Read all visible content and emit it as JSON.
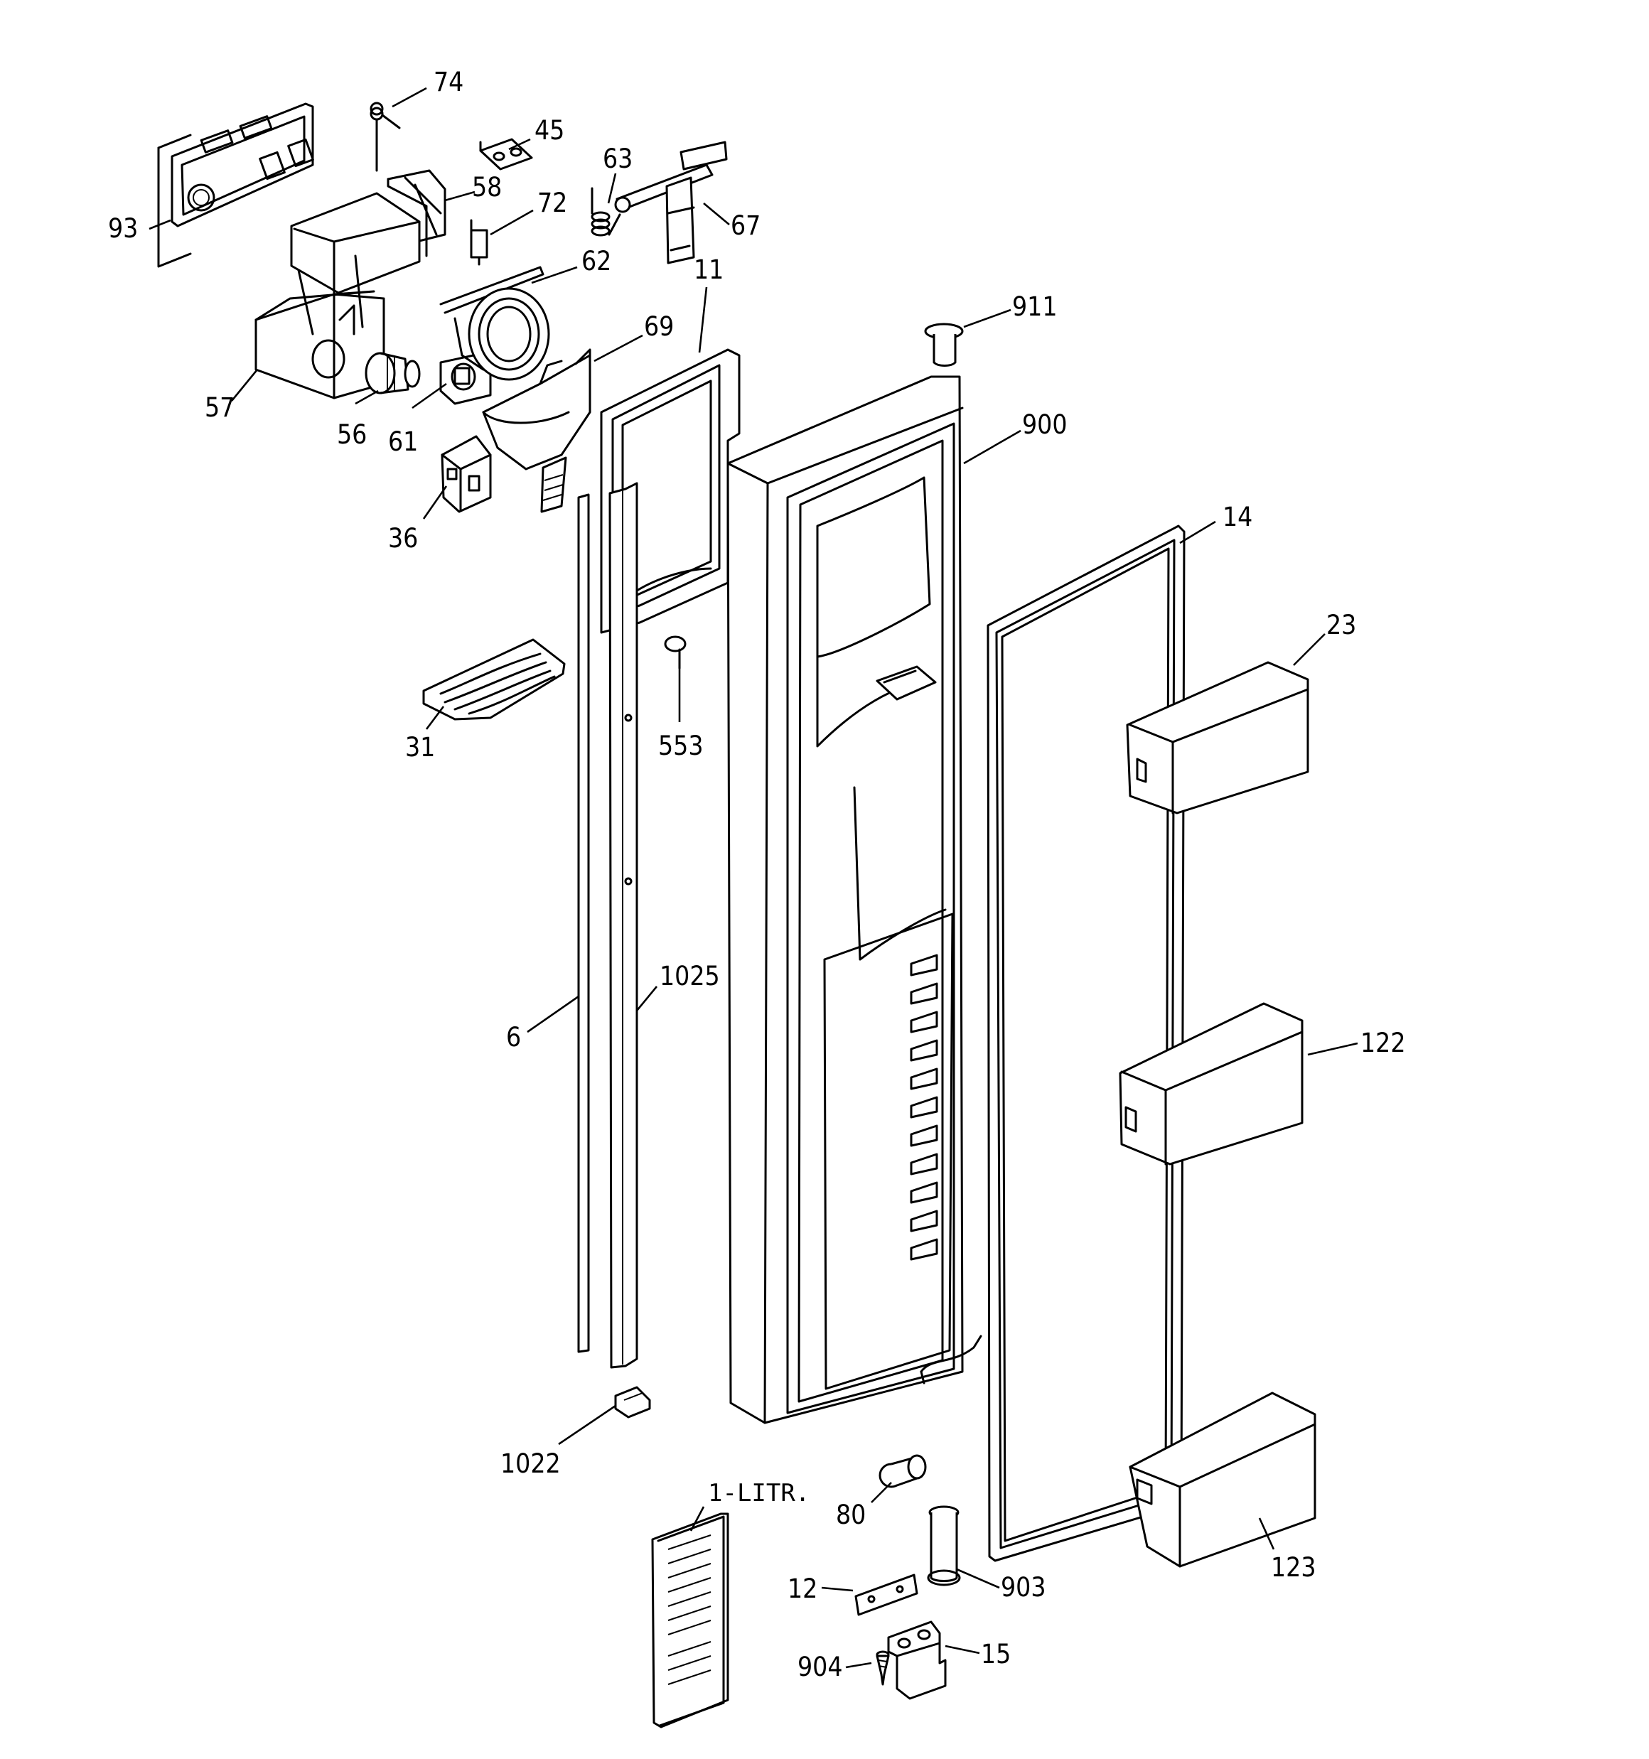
{
  "callouts": {
    "c74": "74",
    "c45": "45",
    "c58": "58",
    "c63": "63",
    "c72": "72",
    "c67": "67",
    "c93": "93",
    "c62": "62",
    "c11": "11",
    "c911": "911",
    "c69": "69",
    "c57": "57",
    "c56": "56",
    "c61": "61",
    "c900": "900",
    "c36": "36",
    "c14": "14",
    "c23": "23",
    "c31": "31",
    "c553": "553",
    "c1025": "1025",
    "c6": "6",
    "c122": "122",
    "c1022": "1022",
    "c1litr": "1-LITR.",
    "c80": "80",
    "c903": "903",
    "c12": "12",
    "c123": "123",
    "c904": "904",
    "c15": "15"
  }
}
